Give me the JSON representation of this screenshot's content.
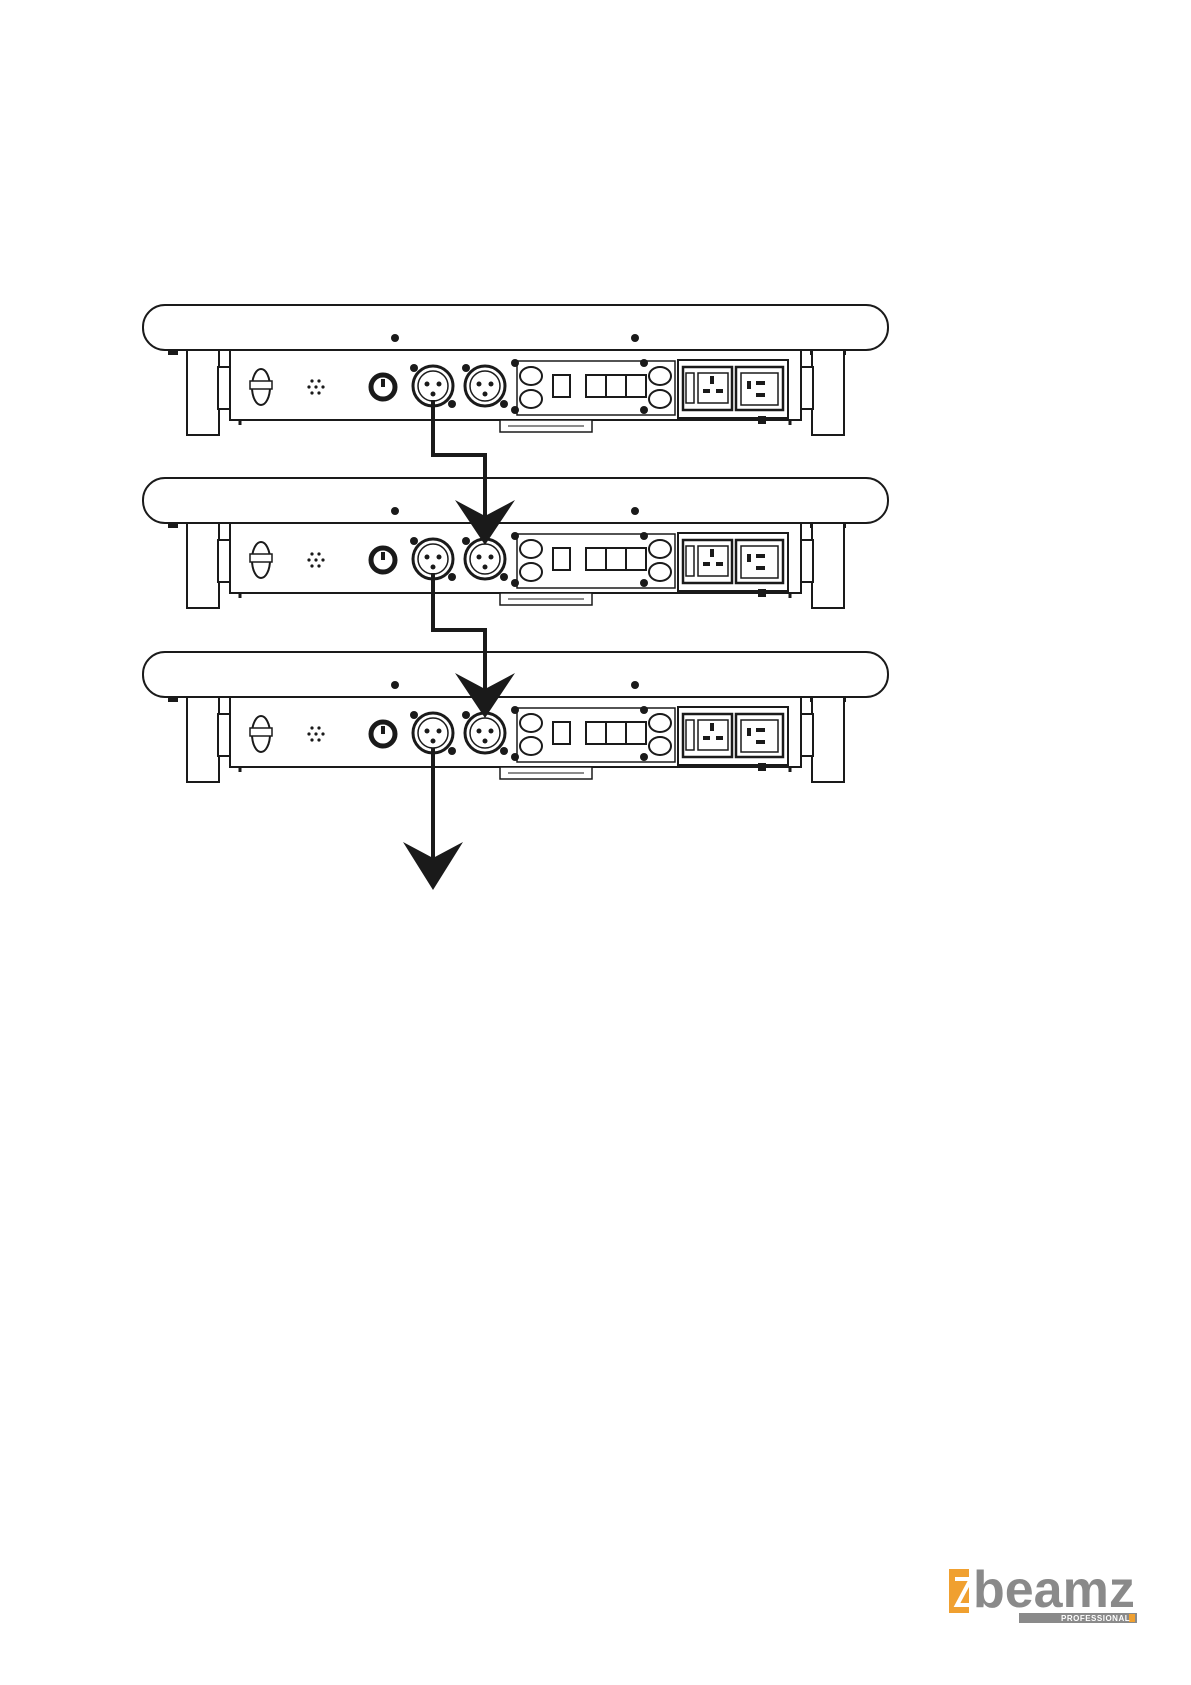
{
  "diagram": {
    "description_free": true,
    "units": [
      {
        "id": "fixture-1",
        "dmx_in_connected": false,
        "dmx_out_connected": true
      },
      {
        "id": "fixture-2",
        "dmx_in_connected": true,
        "dmx_out_connected": true
      },
      {
        "id": "fixture-3",
        "dmx_in_connected": true,
        "dmx_out_connected": true
      }
    ],
    "colors": {
      "line": "#1a1a1a",
      "fill": "#ffffff"
    }
  },
  "logo": {
    "word": "beamz",
    "sub": "PROFESSIONAL",
    "colors": {
      "mark": "#f0a030",
      "text": "#8a8a8a"
    }
  }
}
